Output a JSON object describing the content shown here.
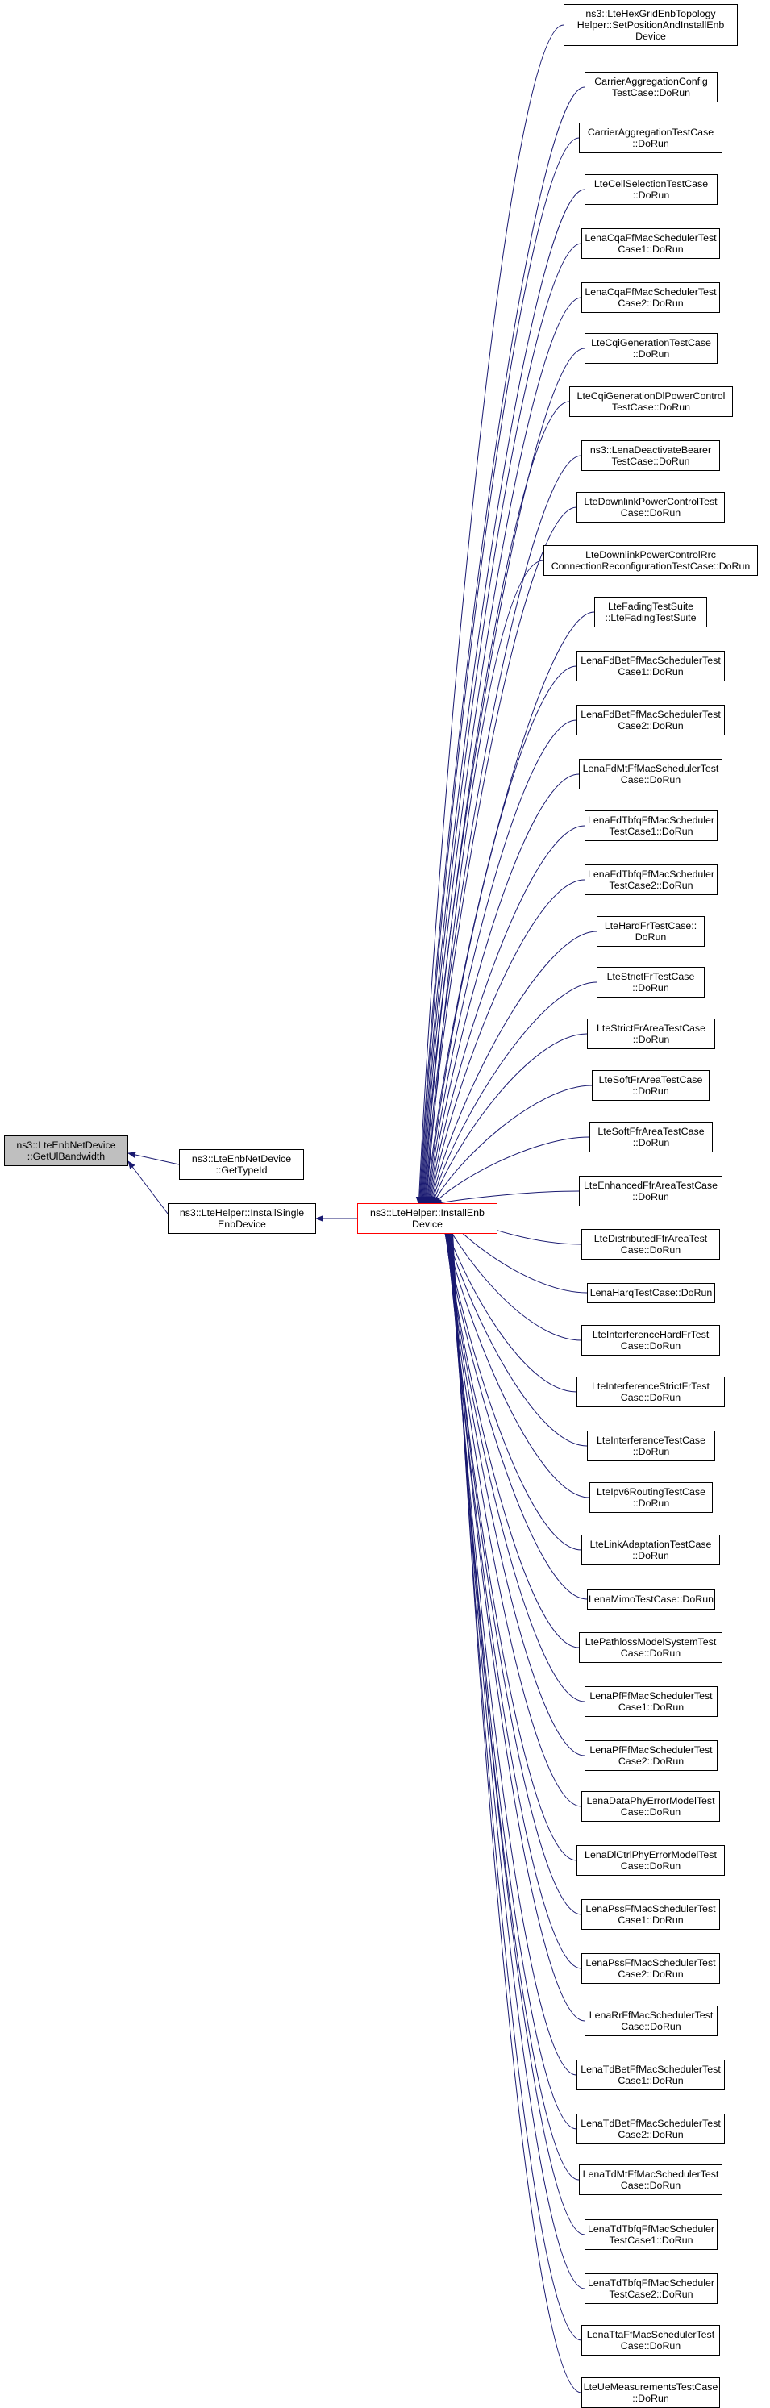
{
  "colors": {
    "edge": "#191970",
    "root_fill": "#bfbfbf",
    "hub_border": "#ff0000",
    "node_border": "#000000"
  },
  "root": {
    "lines": [
      "ns3::LteEnbNetDevice",
      "::GetUlBandwidth"
    ]
  },
  "direct_callers": [
    {
      "lines": [
        "ns3::LteEnbNetDevice",
        "::GetTypeId"
      ]
    },
    {
      "lines": [
        "ns3::LteHelper::InstallSingle",
        "EnbDevice"
      ]
    }
  ],
  "hub": {
    "lines": [
      "ns3::LteHelper::InstallEnb",
      "Device"
    ]
  },
  "callers": [
    {
      "lines": [
        "ns3::LteHexGridEnbTopology",
        "Helper::SetPositionAndInstallEnb",
        "Device"
      ]
    },
    {
      "lines": [
        "CarrierAggregationConfig",
        "TestCase::DoRun"
      ]
    },
    {
      "lines": [
        "CarrierAggregationTestCase",
        "::DoRun"
      ]
    },
    {
      "lines": [
        "LteCellSelectionTestCase",
        "::DoRun"
      ]
    },
    {
      "lines": [
        "LenaCqaFfMacSchedulerTest",
        "Case1::DoRun"
      ]
    },
    {
      "lines": [
        "LenaCqaFfMacSchedulerTest",
        "Case2::DoRun"
      ]
    },
    {
      "lines": [
        "LteCqiGenerationTestCase",
        "::DoRun"
      ]
    },
    {
      "lines": [
        "LteCqiGenerationDlPowerControl",
        "TestCase::DoRun"
      ]
    },
    {
      "lines": [
        "ns3::LenaDeactivateBearer",
        "TestCase::DoRun"
      ]
    },
    {
      "lines": [
        "LteDownlinkPowerControlTest",
        "Case::DoRun"
      ]
    },
    {
      "lines": [
        "LteDownlinkPowerControlRrc",
        "ConnectionReconfigurationTestCase::DoRun"
      ]
    },
    {
      "lines": [
        "LteFadingTestSuite",
        "::LteFadingTestSuite"
      ]
    },
    {
      "lines": [
        "LenaFdBetFfMacSchedulerTest",
        "Case1::DoRun"
      ]
    },
    {
      "lines": [
        "LenaFdBetFfMacSchedulerTest",
        "Case2::DoRun"
      ]
    },
    {
      "lines": [
        "LenaFdMtFfMacSchedulerTest",
        "Case::DoRun"
      ]
    },
    {
      "lines": [
        "LenaFdTbfqFfMacScheduler",
        "TestCase1::DoRun"
      ]
    },
    {
      "lines": [
        "LenaFdTbfqFfMacScheduler",
        "TestCase2::DoRun"
      ]
    },
    {
      "lines": [
        "LteHardFrTestCase::",
        "DoRun"
      ]
    },
    {
      "lines": [
        "LteStrictFrTestCase",
        "::DoRun"
      ]
    },
    {
      "lines": [
        "LteStrictFrAreaTestCase",
        "::DoRun"
      ]
    },
    {
      "lines": [
        "LteSoftFrAreaTestCase",
        "::DoRun"
      ]
    },
    {
      "lines": [
        "LteSoftFfrAreaTestCase",
        "::DoRun"
      ]
    },
    {
      "lines": [
        "LteEnhancedFfrAreaTestCase",
        "::DoRun"
      ]
    },
    {
      "lines": [
        "LteDistributedFfrAreaTest",
        "Case::DoRun"
      ]
    },
    {
      "lines": [
        "LenaHarqTestCase::DoRun"
      ]
    },
    {
      "lines": [
        "LteInterferenceHardFrTest",
        "Case::DoRun"
      ]
    },
    {
      "lines": [
        "LteInterferenceStrictFrTest",
        "Case::DoRun"
      ]
    },
    {
      "lines": [
        "LteInterferenceTestCase",
        "::DoRun"
      ]
    },
    {
      "lines": [
        "LteIpv6RoutingTestCase",
        "::DoRun"
      ]
    },
    {
      "lines": [
        "LteLinkAdaptationTestCase",
        "::DoRun"
      ]
    },
    {
      "lines": [
        "LenaMimoTestCase::DoRun"
      ]
    },
    {
      "lines": [
        "LtePathlossModelSystemTest",
        "Case::DoRun"
      ]
    },
    {
      "lines": [
        "LenaPfFfMacSchedulerTest",
        "Case1::DoRun"
      ]
    },
    {
      "lines": [
        "LenaPfFfMacSchedulerTest",
        "Case2::DoRun"
      ]
    },
    {
      "lines": [
        "LenaDataPhyErrorModelTest",
        "Case::DoRun"
      ]
    },
    {
      "lines": [
        "LenaDlCtrlPhyErrorModelTest",
        "Case::DoRun"
      ]
    },
    {
      "lines": [
        "LenaPssFfMacSchedulerTest",
        "Case1::DoRun"
      ]
    },
    {
      "lines": [
        "LenaPssFfMacSchedulerTest",
        "Case2::DoRun"
      ]
    },
    {
      "lines": [
        "LenaRrFfMacSchedulerTest",
        "Case::DoRun"
      ]
    },
    {
      "lines": [
        "LenaTdBetFfMacSchedulerTest",
        "Case1::DoRun"
      ]
    },
    {
      "lines": [
        "LenaTdBetFfMacSchedulerTest",
        "Case2::DoRun"
      ]
    },
    {
      "lines": [
        "LenaTdMtFfMacSchedulerTest",
        "Case::DoRun"
      ]
    },
    {
      "lines": [
        "LenaTdTbfqFfMacScheduler",
        "TestCase1::DoRun"
      ]
    },
    {
      "lines": [
        "LenaTdTbfqFfMacScheduler",
        "TestCase2::DoRun"
      ]
    },
    {
      "lines": [
        "LenaTtaFfMacSchedulerTest",
        "Case::DoRun"
      ]
    },
    {
      "lines": [
        "LteUeMeasurementsTestCase",
        "::DoRun"
      ]
    }
  ]
}
